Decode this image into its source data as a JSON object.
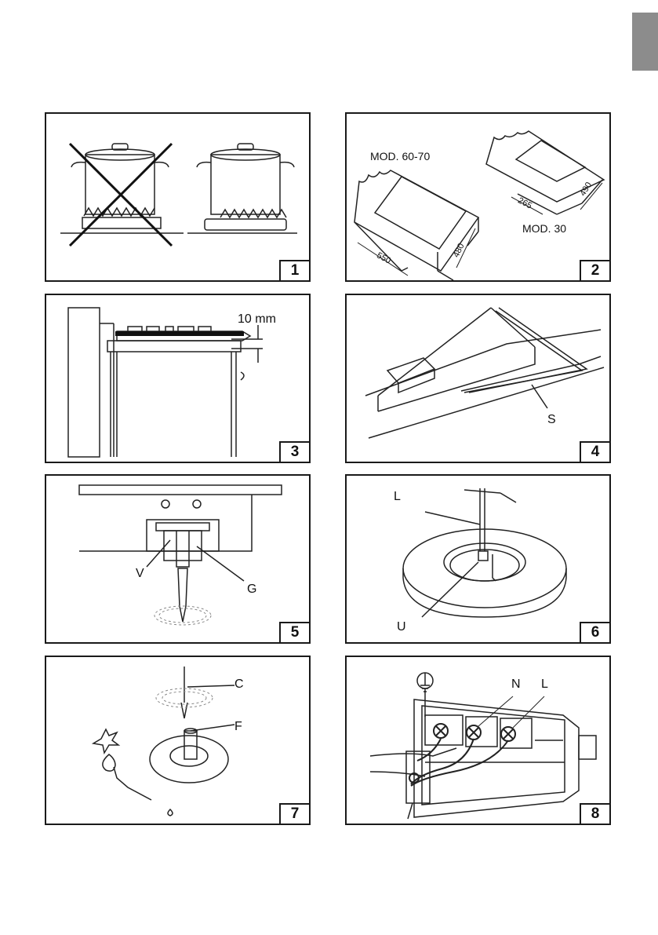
{
  "figures": [
    {
      "number": "1"
    },
    {
      "number": "2",
      "labels": {
        "mod_big": "MOD. 60-70",
        "mod_small": "MOD. 30",
        "dim_550": "550",
        "dim_480": "480",
        "dim_265": "265",
        "dim_490": "490"
      }
    },
    {
      "number": "3",
      "labels": {
        "gap": "10 mm"
      }
    },
    {
      "number": "4",
      "labels": {
        "seal": "S"
      }
    },
    {
      "number": "5",
      "labels": {
        "screw": "V",
        "gasket": "G"
      }
    },
    {
      "number": "6",
      "labels": {
        "lever": "L",
        "nozzle": "U"
      }
    },
    {
      "number": "7",
      "labels": {
        "screwdriver": "C",
        "shaft": "F"
      }
    },
    {
      "number": "8",
      "labels": {
        "neutral": "N",
        "line": "L"
      }
    }
  ],
  "colors": {
    "tab": "#8c8c8c",
    "border": "#1a1a1a"
  }
}
